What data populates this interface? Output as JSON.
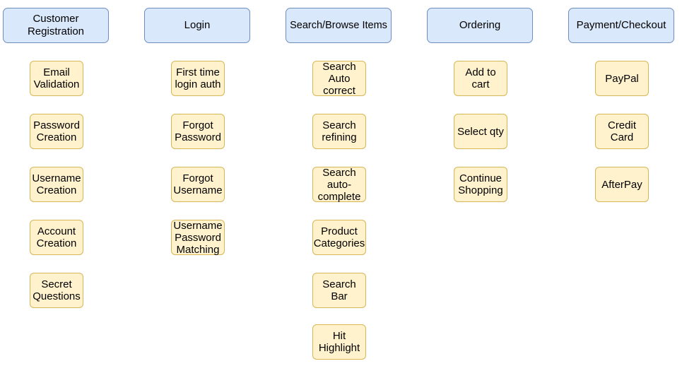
{
  "diagram": {
    "columns": [
      {
        "header": "Customer\nRegistration",
        "items": [
          "Email\nValidation",
          "Password\nCreation",
          "Username\nCreation",
          "Account\nCreation",
          "Secret\nQuestions"
        ]
      },
      {
        "header": "Login",
        "items": [
          "First time\nlogin auth",
          "Forgot\nPassword",
          "Forgot\nUsername",
          "Username\nPassword\nMatching"
        ]
      },
      {
        "header": "Search/Browse Items",
        "items": [
          "Search\nAuto\ncorrect",
          "Search\nrefining",
          "Search\nauto-\ncomplete",
          "Product\nCategories",
          "Search\nBar",
          "Hit\nHighlight"
        ]
      },
      {
        "header": "Ordering",
        "items": [
          "Add to\ncart",
          "Select qty",
          "Continue\nShopping"
        ]
      },
      {
        "header": "Payment/Checkout",
        "items": [
          "PayPal",
          "Credit\nCard",
          "AfterPay"
        ]
      }
    ],
    "colors": {
      "header_fill": "#dae8fc",
      "header_stroke": "#6c8ebf",
      "node_fill": "#fff2cc",
      "node_stroke": "#d6b656"
    }
  }
}
